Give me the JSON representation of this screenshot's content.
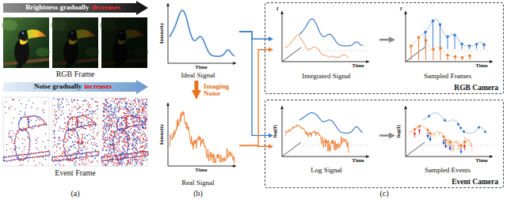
{
  "diagram": {
    "nodes": [
      {
        "text": [
          "Ideal Signal"
        ]
      },
      {
        "text": [
          "Real Signal"
        ]
      },
      {
        "text": [
          "RGB Camera"
        ]
      },
      {
        "text": [
          "Integrated Signal"
        ],
        "in": 2
      },
      {
        "text": [
          "Sampled Frames"
        ],
        "in": 2
      },
      {
        "text": [
          "Event Camera"
        ]
      },
      {
        "text": [
          "Log Signal"
        ],
        "in": 5
      },
      {
        "text": [
          "Sampled Events"
        ],
        "in": 5
      }
    ],
    "edges": [
      {
        "from": 0,
        "to": 1,
        "arrow": "to",
        "label": "Imaging Noise"
      },
      {
        "from": 0,
        "to": 3,
        "arrow": "to"
      },
      {
        "from": 0,
        "to": 6,
        "arrow": "to"
      },
      {
        "from": 1,
        "to": 3,
        "arrow": "to"
      },
      {
        "from": 1,
        "to": 6,
        "arrow": "to"
      },
      {
        "from": 3,
        "to": 4,
        "arrow": "to"
      },
      {
        "from": 6,
        "to": 7,
        "arrow": "to"
      }
    ],
    "labels": [
      "Brightness gradually",
      "decreases",
      "RGB Frame",
      "Noise gradually",
      "increases",
      "Event Frame",
      "(a)",
      "Intensity",
      "Time",
      "Intensity",
      "Time",
      "(b)",
      "I",
      "Time",
      "I",
      "Time",
      "log(I)",
      "Time",
      "log(I)",
      "Time",
      "(c)"
    ]
  }
}
